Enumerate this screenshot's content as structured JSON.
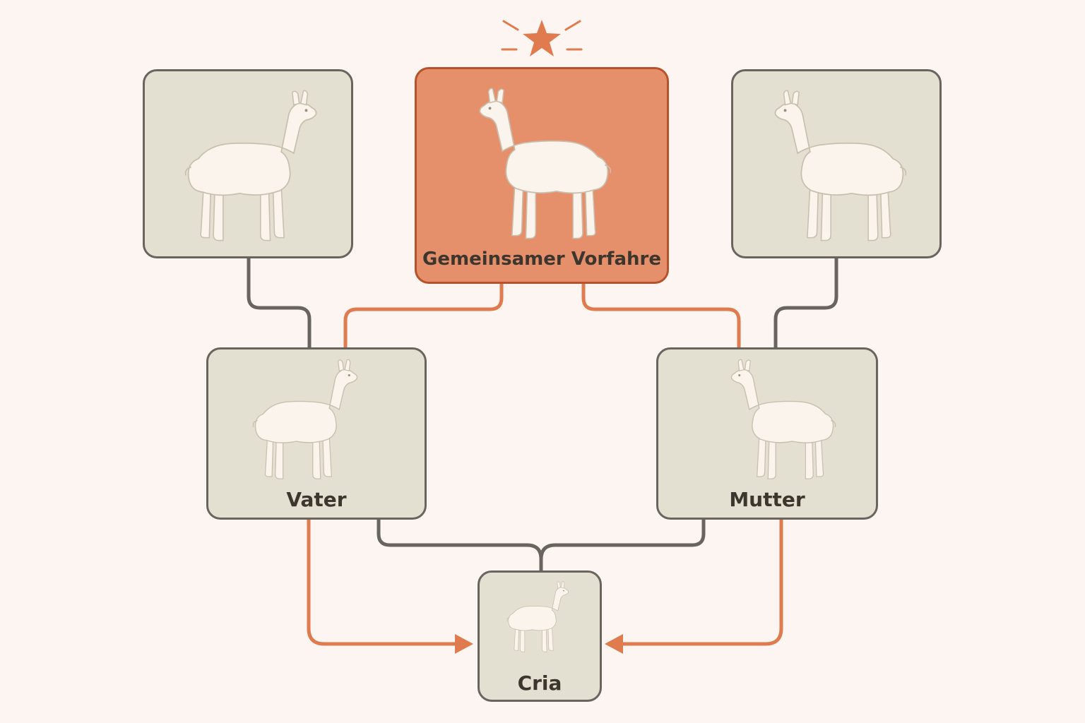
{
  "diagram": {
    "colors": {
      "background": "#fdf5f1",
      "node_fill": "#e3dfd1",
      "node_border": "#68655f",
      "highlight_fill": "#e58f6b",
      "highlight_border": "#b8522c",
      "line_gray": "#68655f",
      "line_orange": "#e07a4f",
      "alpaca_fill": "#fbf4ec",
      "alpaca_stroke": "#c9bfae",
      "label_text": "#3d362e"
    },
    "star_icon": "star-icon",
    "nodes": {
      "grandparent_left": {
        "label": "",
        "icon": "alpaca-icon"
      },
      "common_ancestor": {
        "label": "Gemeinsamer Vorfahre",
        "icon": "alpaca-icon",
        "highlighted": true
      },
      "grandparent_right": {
        "label": "",
        "icon": "alpaca-icon"
      },
      "father": {
        "label": "Vater",
        "icon": "alpaca-icon"
      },
      "mother": {
        "label": "Mutter",
        "icon": "alpaca-icon"
      },
      "cria": {
        "label": "Cria",
        "icon": "alpaca-icon"
      }
    }
  }
}
